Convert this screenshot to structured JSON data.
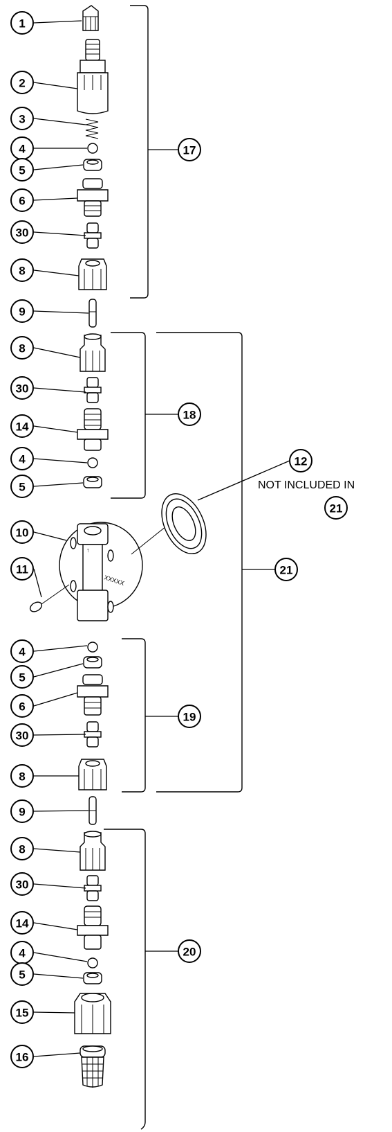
{
  "callouts": {
    "c1": "1",
    "c2": "2",
    "c3": "3",
    "c4a": "4",
    "c5a": "5",
    "c6a": "6",
    "c30a": "30",
    "c8a": "8",
    "c9a": "9",
    "c17": "17",
    "c8b": "8",
    "c30b": "30",
    "c14a": "14",
    "c4b": "4",
    "c5b": "5",
    "c18": "18",
    "c12": "12",
    "c10": "10",
    "c11": "11",
    "c21a": "21",
    "c21b": "21",
    "c4c": "4",
    "c5c": "5",
    "c6b": "6",
    "c30c": "30",
    "c8c": "8",
    "c19": "19",
    "c9b": "9",
    "c8d": "8",
    "c30d": "30",
    "c14b": "14",
    "c4d": "4",
    "c5d": "5",
    "c15": "15",
    "c16": "16",
    "c20": "20"
  },
  "note": "NOT INCLUDED IN",
  "body_marking": "XXXXX",
  "flow_arrow": "↑",
  "icons": [
    "part-callout",
    "assembly-bracket"
  ]
}
